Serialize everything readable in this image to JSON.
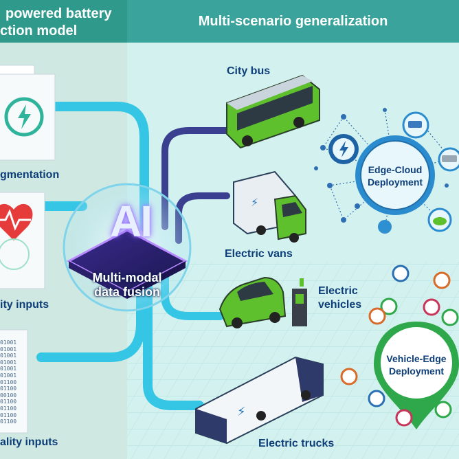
{
  "left": {
    "title_line1": "powered battery",
    "title_line2": "ction model",
    "labels": [
      "gmentation",
      "ity inputs",
      "ality inputs"
    ],
    "binary_lines": [
      "01001",
      "01001",
      "01001",
      "01001",
      "01001",
      "01001",
      "01100",
      "01100",
      "00100",
      "01100",
      "01100",
      "01100",
      "01100"
    ]
  },
  "right": {
    "title": "Multi-scenario generalization",
    "scenarios": [
      "City bus",
      "Electric vans",
      "Electric",
      "vehicles",
      "Electric trucks"
    ],
    "edge_cloud_line1": "Edge-Cloud",
    "edge_cloud_line2": "Deployment",
    "vehicle_edge_line1": "Vehicle-Edge",
    "vehicle_edge_line2": "Deployment"
  },
  "center": {
    "ai_text": "AI",
    "fusion_line1": "Multi-modal",
    "fusion_line2": "data fusion"
  },
  "colors": {
    "teal_header": "#3aa49c",
    "navy_text": "#0e3e78",
    "connector_cyan": "#35c6e6",
    "connector_navy": "#3a3f8f",
    "vehicle_green": "#5fc02e",
    "pin_green": "#2ea84a"
  }
}
